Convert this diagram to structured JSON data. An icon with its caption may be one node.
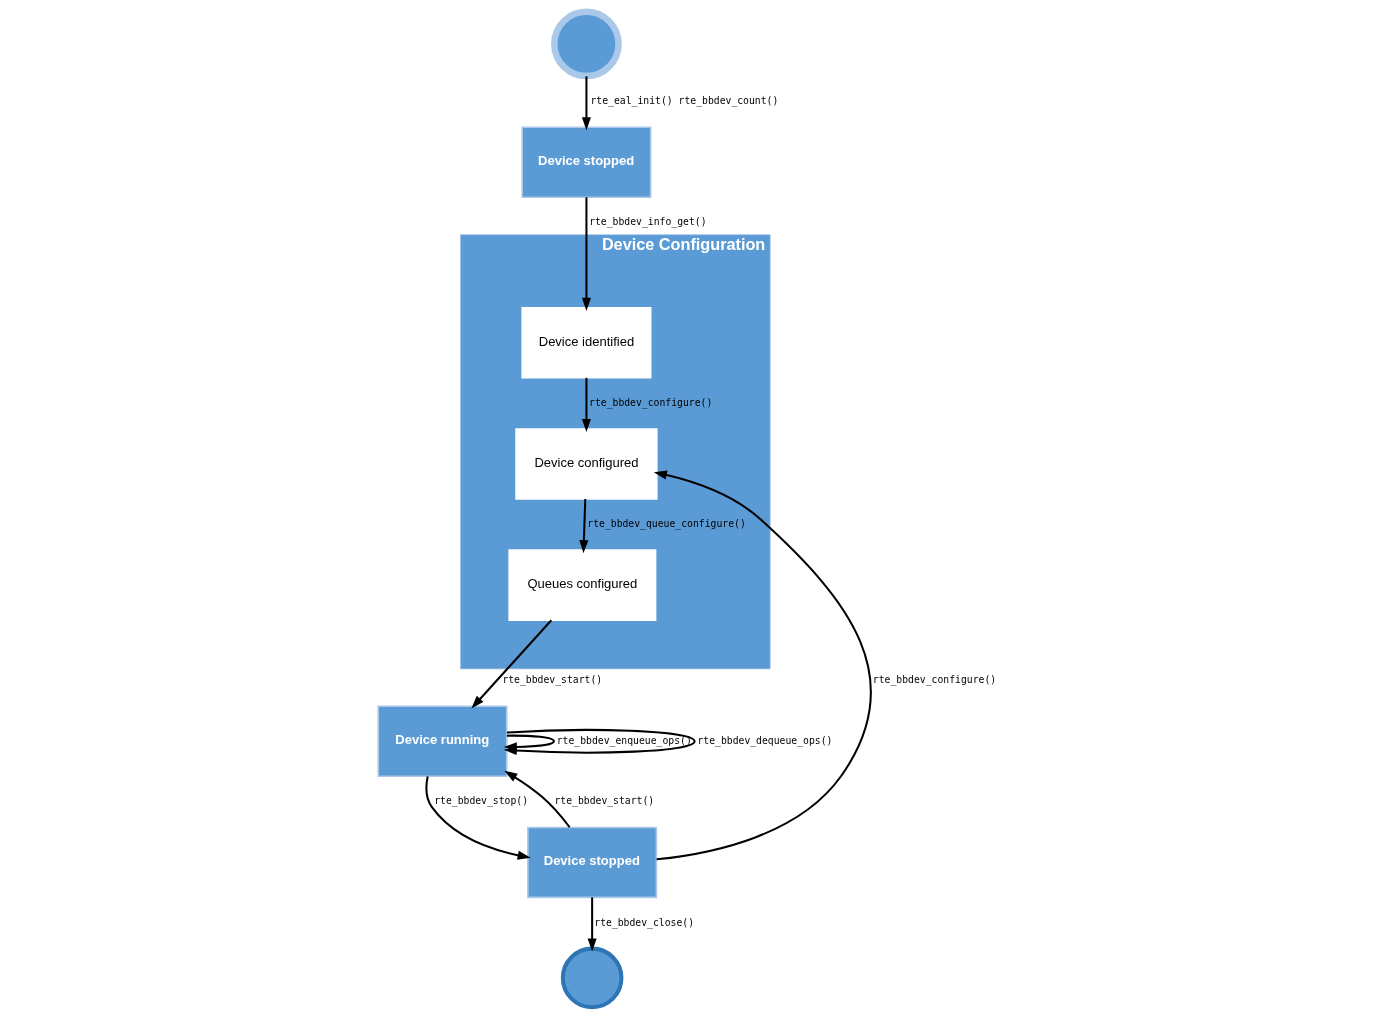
{
  "diagram": {
    "nodes": [
      {
        "text": [],
        "shape": "circle"
      },
      {
        "text": [
          "Device stopped"
        ]
      },
      {
        "text": [
          "Device Configuration"
        ]
      },
      {
        "text": [
          "Device identified"
        ],
        "in": 2
      },
      {
        "text": [
          "Device configured"
        ],
        "in": 2
      },
      {
        "text": [
          "Queues configured"
        ],
        "in": 2
      },
      {
        "text": [],
        "shape": "circle"
      },
      {
        "text": [
          "Device stopped"
        ]
      },
      {
        "text": [
          "Device running"
        ]
      }
    ],
    "edges": [
      {
        "from": 0,
        "to": 1,
        "arrow": "to",
        "label": "rte_eal_init() rte_bbdev_count()"
      },
      {
        "from": 1,
        "to": 3,
        "arrow": "to",
        "label": "rte_bbdev_info_get()"
      },
      {
        "from": 3,
        "to": 4,
        "arrow": "to",
        "label": "rte_bbdev_configure()"
      },
      {
        "from": 7,
        "to": 4,
        "arrow": "to",
        "label": "rte_bbdev_configure()"
      },
      {
        "from": 4,
        "to": 5,
        "arrow": "to",
        "label": "rte_bbdev_queue_configure()"
      },
      {
        "from": 5,
        "to": 8,
        "arrow": "to",
        "label": "rte_bbdev_start()"
      },
      {
        "from": 7,
        "to": 8,
        "arrow": "to",
        "label": "rte_bbdev_start()"
      },
      {
        "from": 8,
        "to": 7,
        "arrow": "to",
        "label": "rte_bbdev_stop()"
      },
      {
        "from": 7,
        "to": 6,
        "arrow": "to",
        "label": "rte_bbdev_close()"
      },
      {
        "from": 8,
        "to": 8,
        "arrow": "to",
        "label": "rte_bbdev_enqueue_ops()"
      },
      {
        "from": 8,
        "to": 8,
        "arrow": "to",
        "label": "rte_bbdev_dequeue_ops()"
      }
    ]
  }
}
